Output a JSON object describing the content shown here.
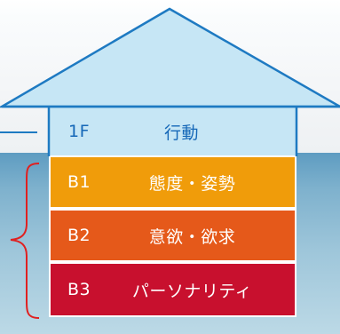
{
  "floors": [
    {
      "level": "1F",
      "name": "行動"
    },
    {
      "level": "B1",
      "name": "態度・姿勢"
    },
    {
      "level": "B2",
      "name": "意欲・欲求"
    },
    {
      "level": "B3",
      "name": "パーソナリティ"
    }
  ],
  "colors": {
    "house_fill": "#c6e6f5",
    "house_stroke": "#1e7ac2",
    "floor_text": "#1668b8",
    "b1": "#f09c0a",
    "b2": "#e5591a",
    "b3": "#c8102e",
    "bracket": "#e02020"
  }
}
